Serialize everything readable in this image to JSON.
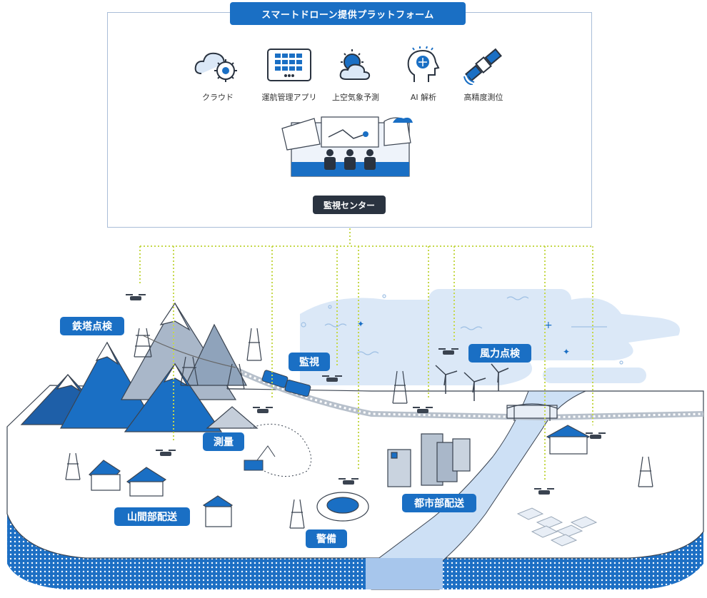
{
  "platform": {
    "title": "スマートドローン提供プラットフォーム",
    "services": [
      {
        "label": "クラウド",
        "icon": "cloud-gear-icon"
      },
      {
        "label": "運航管理アプリ",
        "icon": "tablet-app-icon"
      },
      {
        "label": "上空気象予測",
        "icon": "weather-icon"
      },
      {
        "label": "AI 解析",
        "icon": "ai-brain-icon"
      },
      {
        "label": "高精度測位",
        "icon": "satellite-icon"
      }
    ],
    "center_label": "監視センター"
  },
  "areas": {
    "tower": "鉄塔点検",
    "monitor": "監視",
    "wind": "風力点検",
    "survey": "測量",
    "mountain": "山間部配送",
    "city": "都市部配送",
    "security": "警備"
  },
  "colors": {
    "brand_blue": "#1a6fc4",
    "light_blue": "#dbe8f7",
    "dark_tag": "#2a3340",
    "link_line": "#c5d84a"
  }
}
